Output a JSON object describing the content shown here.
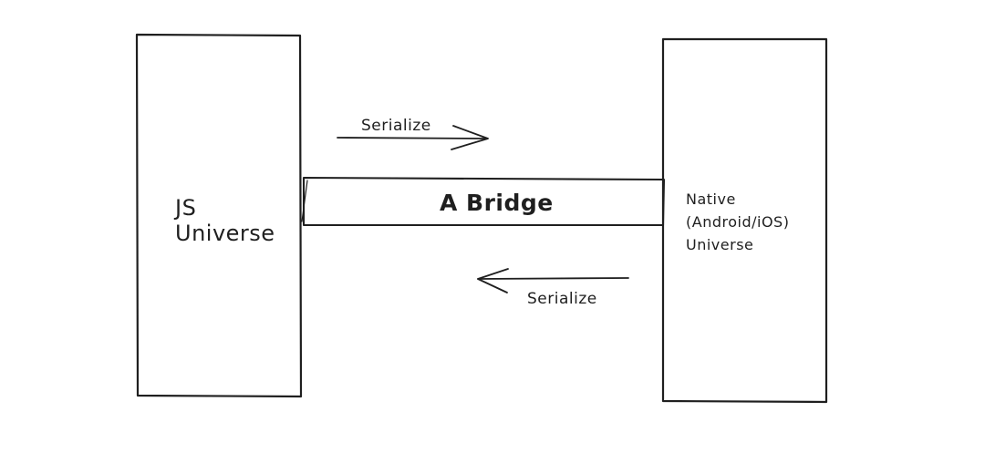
{
  "diagram": {
    "js_universe": {
      "line1": "JS",
      "line2": "Universe"
    },
    "native_universe": {
      "line1": "Native",
      "line2": "(Android/iOS)",
      "line3": "Universe"
    },
    "bridge": {
      "label": "A Bridge"
    },
    "arrows": {
      "top_label": "Serialize",
      "bottom_label": "Serialize"
    }
  }
}
